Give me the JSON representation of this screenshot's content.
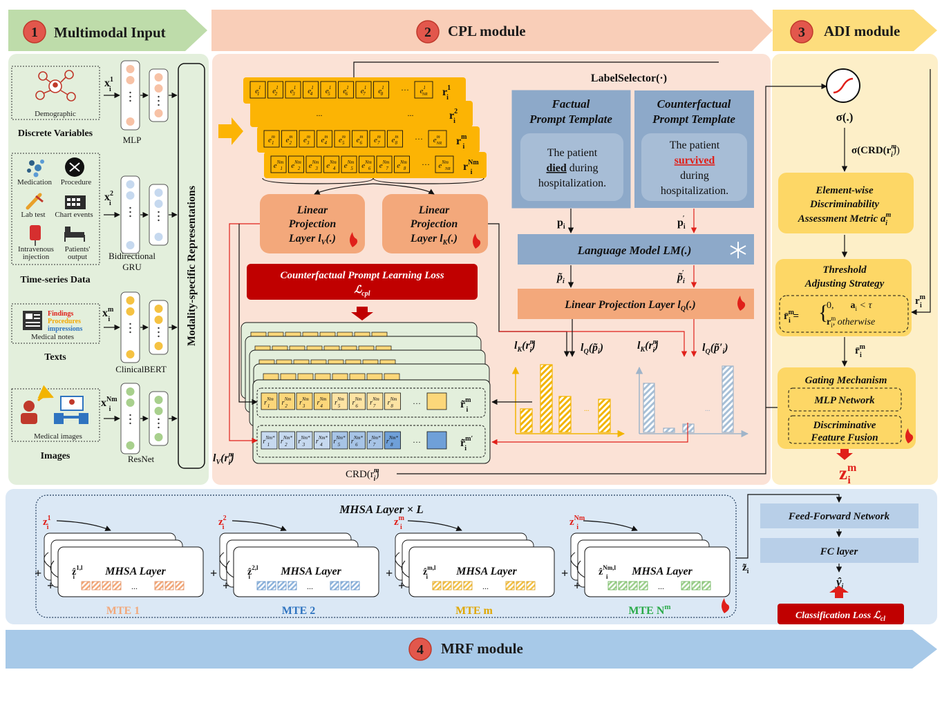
{
  "headers": {
    "h1": {
      "num": "1",
      "label": "Multimodal Input"
    },
    "h2": {
      "num": "2",
      "label": "CPL module"
    },
    "h3": {
      "num": "3",
      "label": "ADI module"
    },
    "h4": {
      "num": "4",
      "label": "MRF module"
    }
  },
  "colors": {
    "green_bg": "#e3efdc",
    "peach_bg": "#fbe2d6",
    "yellow_bg": "#fdefc8",
    "blue_bg": "#dbe8f5",
    "orange": "#fcb404",
    "accent_red": "#c00000",
    "arrow_green": "#a8d08d",
    "arrow_peach": "#f7c2a6",
    "arrow_yellow": "#fdd766",
    "arrow_blue": "#9dc3e6",
    "slate": "#8da9c9",
    "proj": "#f3a87b"
  },
  "input": {
    "demographic": "Demographic",
    "discrete": "Discrete Variables",
    "medication": "Medication",
    "procedure": "Procedure",
    "labtest": "Lab test",
    "chartevents": "Chart events",
    "iv1": "Intravenous",
    "iv2": "injection",
    "po1": "Patients'",
    "po2": "output",
    "timeseries": "Time-series Data",
    "findings": "Findings",
    "procedures": "Procedures",
    "impressions": "impressions",
    "notes": "Medical notes",
    "texts": "Texts",
    "medimages": "Medical images",
    "images": "Images",
    "mlp": "MLP",
    "bigru1": "Bidirectional",
    "bigru2": "GRU",
    "clinicalbert": "ClinicalBERT",
    "resnet": "ResNet",
    "msr": "Modality-specific Representations",
    "x1": "x",
    "x1sup": "1",
    "x1sub": "i",
    "x2": "x",
    "x2sup": "2",
    "x2sub": "i",
    "xm": "x",
    "xmsup": "m",
    "xmsub": "i",
    "xn": "x",
    "xnsup": "Nm",
    "xnsub": "i"
  },
  "cpl": {
    "label_selector": "LabelSelector(·)",
    "factual1": "Factual",
    "factual2": "Prompt Template",
    "cf1": "Counterfactual",
    "cf2": "Prompt Template",
    "f_t1": "The patient",
    "f_t2": "died",
    "f_t3": " during",
    "f_t4": "hospitalization.",
    "c_t1": "The patient",
    "c_t2": "survived",
    "c_t3": "during",
    "c_t4": "hospitalization.",
    "p": "p",
    "psub": "i",
    "pp": "p",
    "ppsub": "i",
    "lm": "Language Model LM(.)",
    "lq": "Linear Projection Layer l",
    "lqsub": "Q",
    "lqtail": "(.)",
    "lin1": "Linear",
    "lin2": "Projection",
    "lin3": "Layer l",
    "lvsub": "V",
    "lksub": "K",
    "lintail": "(.)",
    "cpl_loss1": "Counterfactual Prompt Learning Loss",
    "cpl_loss2": "ℒ",
    "cpl_loss2sub": "cpl",
    "lk_r": "l",
    "lq_p": "l",
    "lv_r": "l",
    "crd": "CRD(r",
    "ellipsis": "···",
    "dots": "...",
    "ri1": "r",
    "ri1sup": "1",
    "ri2": "r",
    "ri2sup": "2",
    "rim": "r",
    "rimsup": "m",
    "rin": "r",
    "rinsup": "Nm",
    "rt": "r̃",
    "rtsup": "m",
    "rtp": "r̃",
    "rtpsup": "m′"
  },
  "adi": {
    "sigma": "σ(.)",
    "sigma_crd": "σ(CRD(r",
    "ew1": "Element-wise",
    "ew2": "Discriminability",
    "ew3": "Assessment Metric a",
    "th1": "Threshold",
    "th2": "Adjusting Strategy",
    "case1": "0,",
    "case1b": "a",
    "case1c": " < τ",
    "case2": "r",
    "case2b": ", otherwise",
    "rbar": "r̄",
    "ri": "r",
    "gating": "Gating Mechanism",
    "mlpnet": "MLP Network",
    "dff1": "Discriminative",
    "dff2": "Feature Fusion",
    "z": "z"
  },
  "mrf": {
    "mhsa_title": "MHSA Layer × L",
    "mhsa_layer": "MHSA Layer",
    "mte1": "MTE 1",
    "mte2": "MTE 2",
    "mtem": "MTE m",
    "mten": "MTE N",
    "mten_sup": "m",
    "z1": "z",
    "z1sup": "1",
    "z2": "z",
    "z2sup": "2",
    "zm": "z",
    "zmsup": "m",
    "zn": "z",
    "znsup": "Nm",
    "zh1sup": "1,l",
    "zh2sup": "2,l",
    "zhmsup": "m,l",
    "zhnsup": "Nm,l",
    "ztilde": "z̃",
    "ffn": "Feed-Forward Network",
    "fc": "FC layer",
    "yhat": "ŷ",
    "cl_loss": "Classification Loss ℒ",
    "cl_loss_sub": "cl"
  }
}
